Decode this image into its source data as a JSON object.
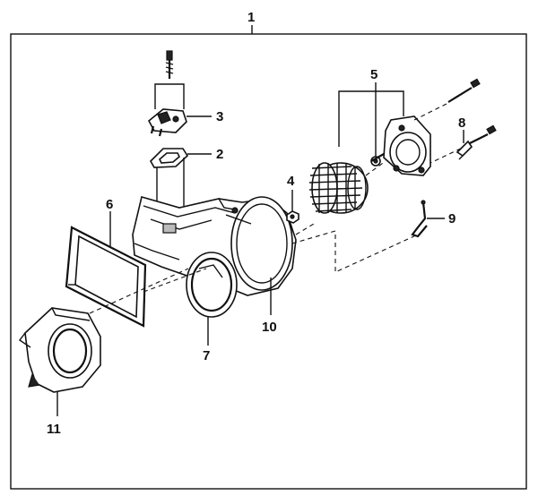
{
  "diagram": {
    "callouts": [
      {
        "id": "callout-1",
        "text": "1"
      },
      {
        "id": "callout-2",
        "text": "2"
      },
      {
        "id": "callout-3",
        "text": "3"
      },
      {
        "id": "callout-4",
        "text": "4"
      },
      {
        "id": "callout-5",
        "text": "5"
      },
      {
        "id": "callout-6",
        "text": "6"
      },
      {
        "id": "callout-7",
        "text": "7"
      },
      {
        "id": "callout-8",
        "text": "8"
      },
      {
        "id": "callout-9",
        "text": "9"
      },
      {
        "id": "callout-10",
        "text": "10"
      },
      {
        "id": "callout-11",
        "text": "11"
      }
    ]
  }
}
